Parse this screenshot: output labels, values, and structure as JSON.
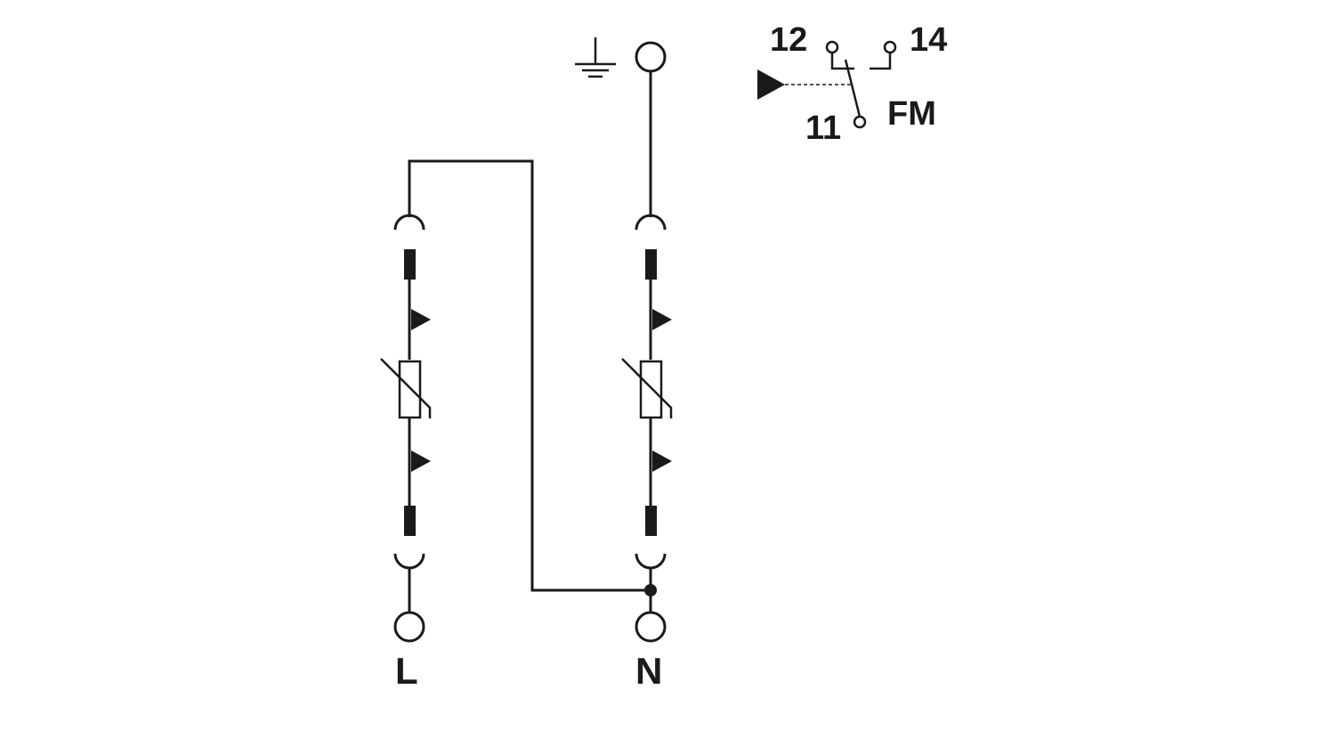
{
  "terminals": {
    "line_label": "L",
    "neutral_label": "N"
  },
  "remote_contact": {
    "pin_nc": "12",
    "pin_no": "14",
    "pin_common": "11",
    "label": "FM"
  },
  "icons": {
    "ground": "ground-icon",
    "varistor": "varistor-icon",
    "fuse": "fuse-icon",
    "thermal_disconnect": "thermal-disconnect-icon",
    "contact_switch": "changeover-contact-icon",
    "actuator": "actuator-triangle-icon"
  }
}
